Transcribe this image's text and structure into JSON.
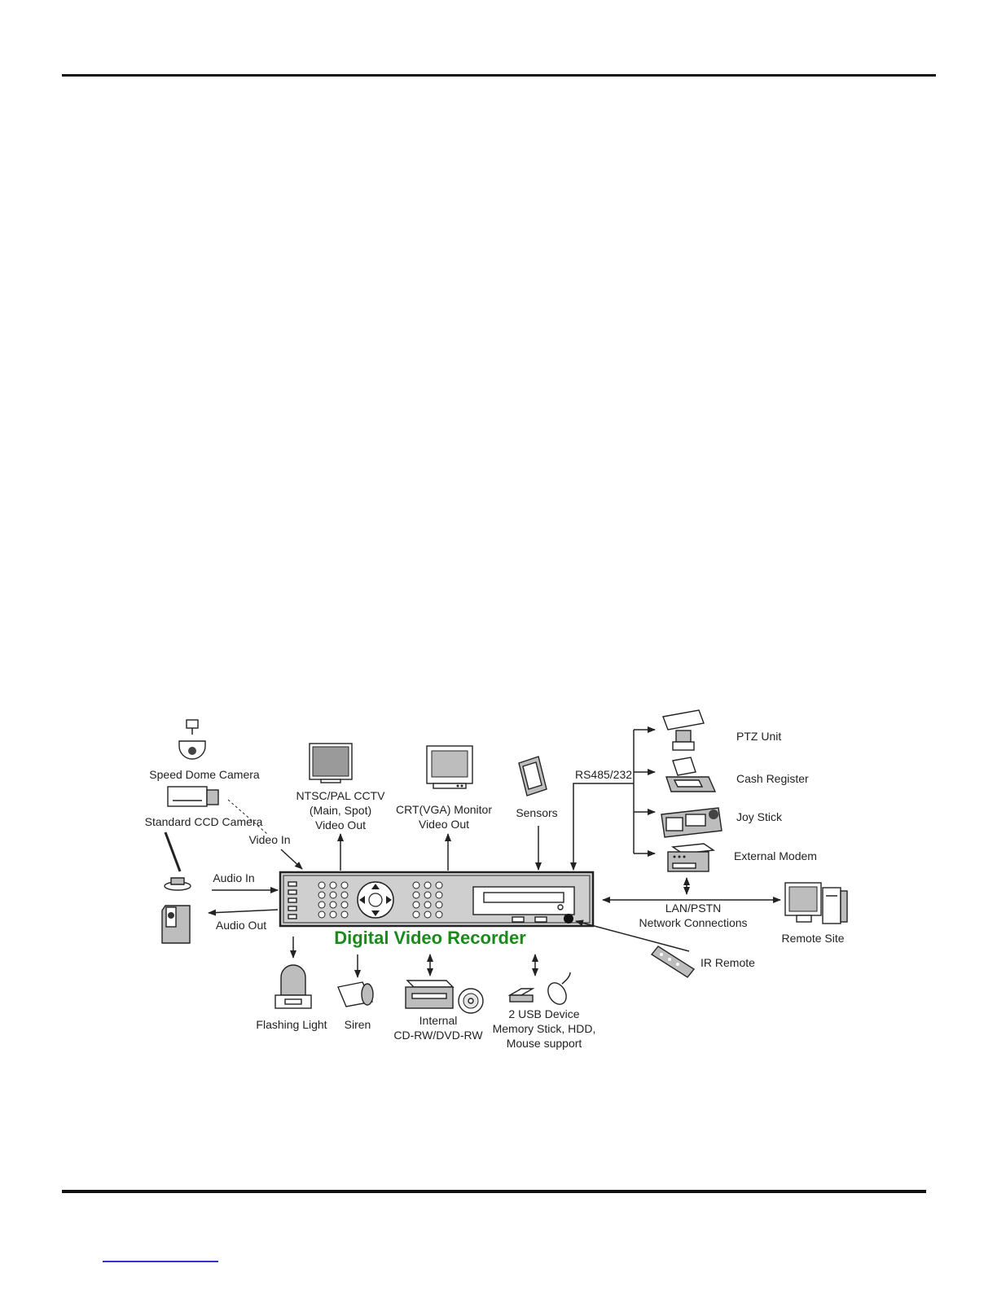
{
  "page": {
    "title_color": "#1a8a1a",
    "link_color": "#3333cc"
  },
  "diagram": {
    "title": "Digital Video Recorder",
    "labels": {
      "speed_dome": "Speed Dome Camera",
      "ccd_camera": "Standard CCD Camera",
      "video_in": "Video In",
      "audio_in": "Audio In",
      "audio_out": "Audio Out",
      "cctv_line1": "NTSC/PAL CCTV",
      "cctv_line2": "(Main, Spot)",
      "cctv_line3": "Video Out",
      "vga_line1": "CRT(VGA) Monitor",
      "vga_line2": "Video Out",
      "sensors": "Sensors",
      "rs485": "RS485/232",
      "ptz": "PTZ Unit",
      "cash_register": "Cash Register",
      "joystick": "Joy Stick",
      "modem": "External Modem",
      "lan_line1": "LAN/PSTN",
      "lan_line2": "Network Connections",
      "remote_site": "Remote Site",
      "ir_remote": "IR Remote",
      "flashing_light": "Flashing Light",
      "siren": "Siren",
      "cdrw_line1": "Internal",
      "cdrw_line2": "CD-RW/DVD-RW",
      "usb_line1": "2 USB Device",
      "usb_line2": "Memory Stick, HDD,",
      "usb_line3": "Mouse support"
    },
    "icons": [
      "speed-dome-camera-icon",
      "ccd-camera-icon",
      "microphone-icon",
      "speaker-icon",
      "crt-monitor-icon",
      "vga-monitor-icon",
      "sensor-icon",
      "ptz-unit-icon",
      "cash-register-icon",
      "joystick-icon",
      "modem-icon",
      "remote-pc-icon",
      "ir-remote-icon",
      "flashing-light-icon",
      "siren-icon",
      "cd-drive-icon",
      "usb-device-icon",
      "mouse-icon",
      "dvr-unit-icon"
    ]
  }
}
